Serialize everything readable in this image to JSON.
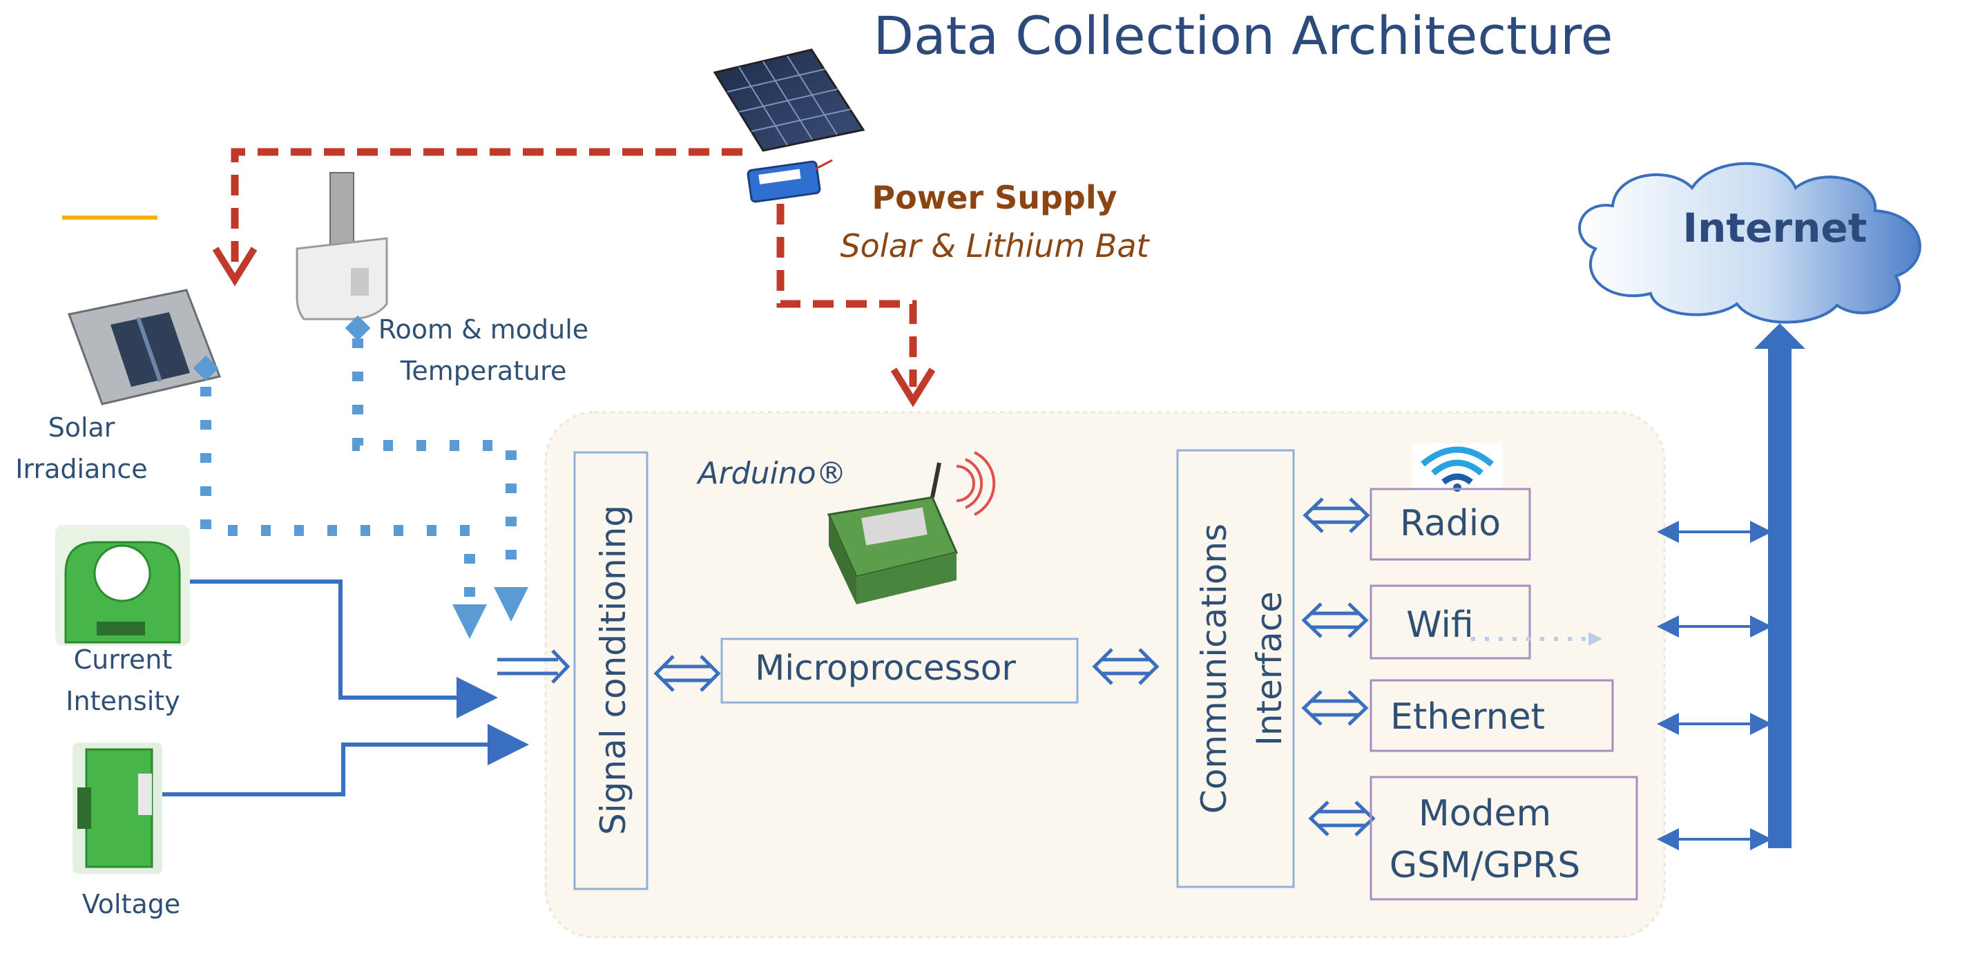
{
  "title": "Data Collection Architecture",
  "power": {
    "label": "Power Supply",
    "sublabel": "Solar & Lithium Bat"
  },
  "sensors": {
    "solar_irradiance": [
      "Solar",
      "Irradiance"
    ],
    "temperature": [
      "Room & module",
      "Temperature"
    ],
    "current": [
      "Current",
      "Intensity"
    ],
    "voltage": "Voltage"
  },
  "blocks": {
    "signal_conditioning": "Signal conditioning",
    "arduino": "Arduino®",
    "microprocessor": "Microprocessor",
    "comms": [
      "Communications",
      "Interface"
    ]
  },
  "interfaces": {
    "radio": "Radio",
    "wifi": "Wifi",
    "ethernet": "Ethernet",
    "modem": [
      "Modem",
      "GSM/GPRS"
    ]
  },
  "cloud": "Internet",
  "colors": {
    "power_line": "#c0392b",
    "signal_line": "#3a6fbf",
    "sensor_dots": "#5b9bd5",
    "title": "#2c4a7c",
    "power_text": "#8b4513",
    "panel": "#fbf6ee",
    "mast": "#3a6fbf"
  }
}
